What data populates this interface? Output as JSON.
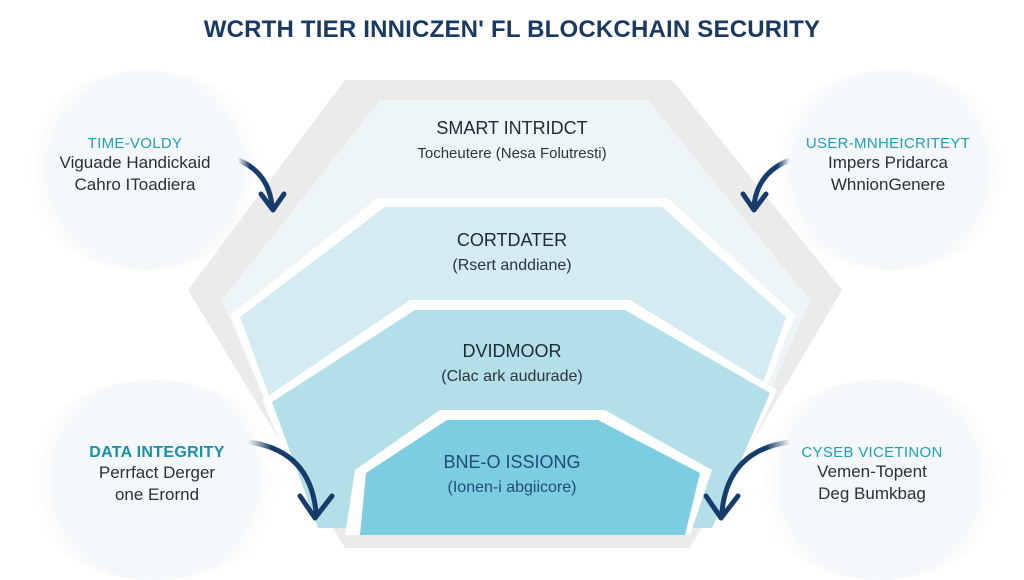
{
  "title": "WCRTH TIER INNICZEN' FL BLOCKCHAIN SECURITY",
  "layers": [
    {
      "heading": "SMART INTRIDCT",
      "subtitle": "Tocheutere (Nesa Folutresti)"
    },
    {
      "heading": "CORTDATER",
      "subtitle": "(Rsert anddiane)"
    },
    {
      "heading": "DVIDMOOR",
      "subtitle": "(Clac ark audurade)"
    },
    {
      "heading": "BNE-O ISSIONG",
      "subtitle": "(Ionen-i abgiicore)"
    }
  ],
  "callouts": {
    "top_left": {
      "heading": "TIME-VOLDY",
      "lines": [
        "Viguade Handickaid",
        "Cahro IToadiera"
      ]
    },
    "top_right": {
      "heading": "USER-MNHEICRITEYT",
      "lines": [
        "Impers Pridarca",
        "WhnionGenere"
      ]
    },
    "bottom_left": {
      "heading": "DATA INTEGRITY",
      "lines": [
        "Perrfact Derger",
        "one Erornd"
      ]
    },
    "bottom_right": {
      "heading": "CYSEB VICETINON",
      "lines": [
        "Vemen-Topent",
        "Deg Bumkbag"
      ]
    }
  },
  "colors": {
    "title": "#1b3a63",
    "accent_heading": "#1ea0b8",
    "arrow": "#173c6b",
    "outer_frame": "#ebebeb",
    "layer_1": "#eef5f7",
    "layer_2": "#d3ebf1",
    "layer_3": "#b2dfe8",
    "layer_4": "#7ccde0"
  }
}
